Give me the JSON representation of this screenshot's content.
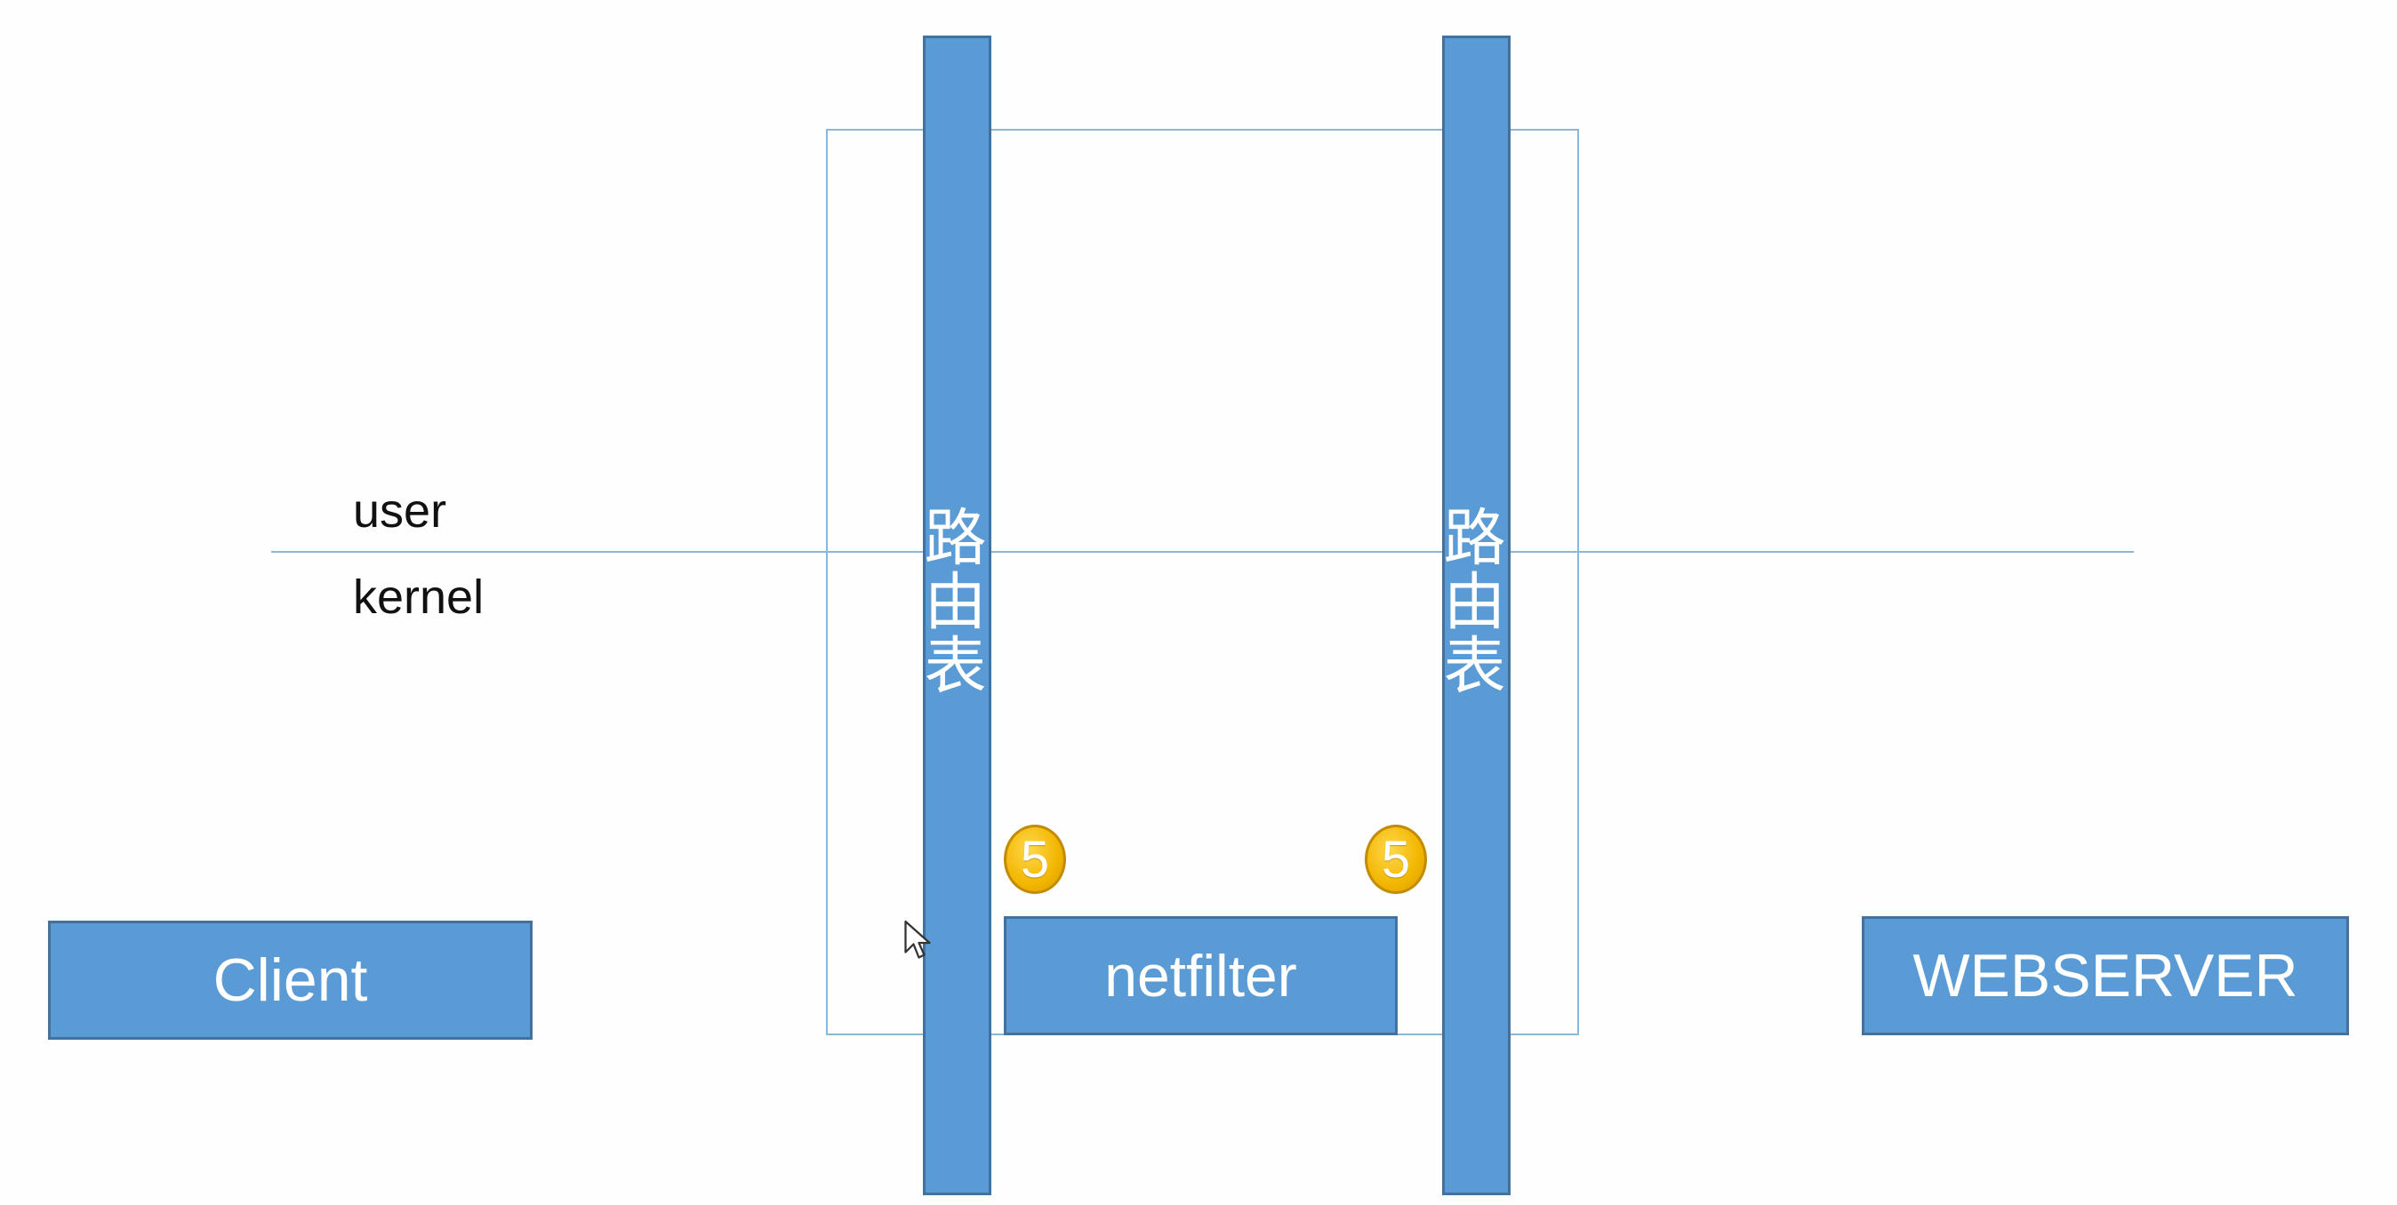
{
  "layers": {
    "user_label": "user",
    "kernel_label": "kernel"
  },
  "route_tables": [
    {
      "label": "路由表"
    },
    {
      "label": "路由表"
    }
  ],
  "nodes": {
    "client": "Client",
    "netfilter": "netfilter",
    "webserver": "WEBSERVER"
  },
  "badges": [
    {
      "label": "5"
    },
    {
      "label": "5"
    }
  ],
  "colors": {
    "box_fill": "#5b9bd5",
    "box_border": "#41719c",
    "line": "#8ab8d6",
    "badge": "#f2b600"
  }
}
